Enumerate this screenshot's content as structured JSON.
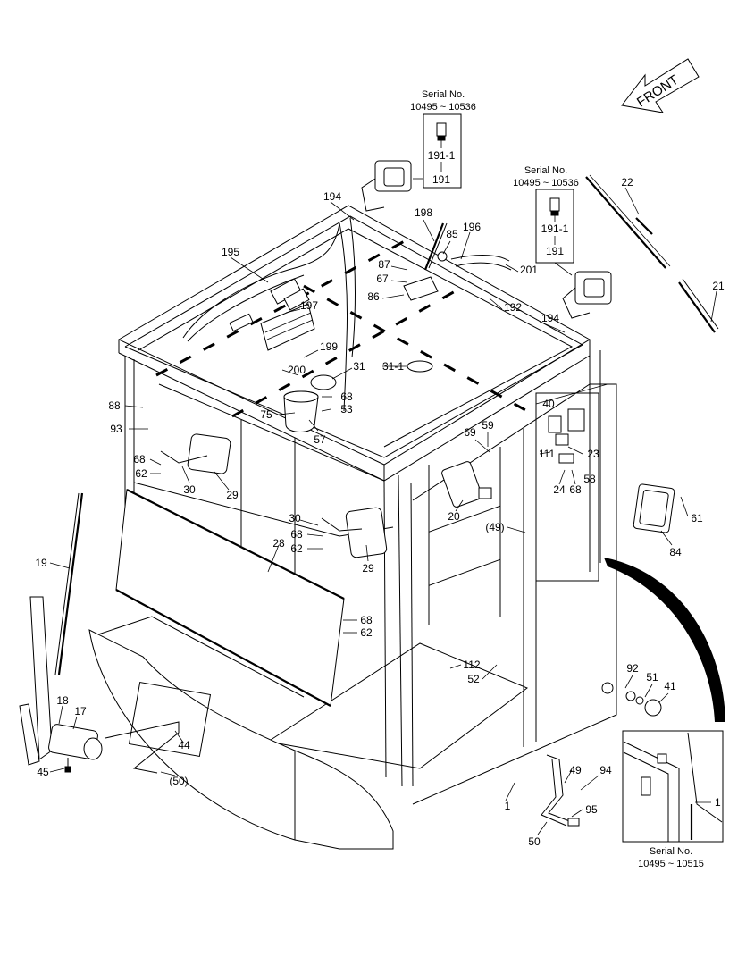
{
  "front_label": "FRONT",
  "serial_notes": {
    "top": {
      "title": "Serial No.",
      "range": "10495 ~ 10536"
    },
    "right": {
      "title": "Serial No.",
      "range": "10495 ~ 10536"
    },
    "inset": {
      "title": "Serial No.",
      "range": "10495 ~ 10515"
    }
  },
  "insets": {
    "top_bulb": {
      "upper": "191-1",
      "lower": "191"
    },
    "right_bulb": {
      "upper": "191-1",
      "lower": "191"
    },
    "lower_right_part": "1"
  },
  "callouts": [
    {
      "id": "c22",
      "text": "22"
    },
    {
      "id": "c21",
      "text": "21"
    },
    {
      "id": "c194a",
      "text": "194"
    },
    {
      "id": "c198",
      "text": "198"
    },
    {
      "id": "c196",
      "text": "196"
    },
    {
      "id": "c85",
      "text": "85"
    },
    {
      "id": "c195",
      "text": "195"
    },
    {
      "id": "c87",
      "text": "87"
    },
    {
      "id": "c67",
      "text": "67"
    },
    {
      "id": "c201",
      "text": "201"
    },
    {
      "id": "c86",
      "text": "86"
    },
    {
      "id": "c192",
      "text": "192"
    },
    {
      "id": "c197",
      "text": "197"
    },
    {
      "id": "c194b",
      "text": "194"
    },
    {
      "id": "c199",
      "text": "199"
    },
    {
      "id": "c31",
      "text": "31"
    },
    {
      "id": "c31-1",
      "text": "31-1"
    },
    {
      "id": "c200",
      "text": "200"
    },
    {
      "id": "c68a",
      "text": "68"
    },
    {
      "id": "c88",
      "text": "88"
    },
    {
      "id": "c75",
      "text": "75"
    },
    {
      "id": "c53",
      "text": "53"
    },
    {
      "id": "c40",
      "text": "40"
    },
    {
      "id": "c93",
      "text": "93"
    },
    {
      "id": "c57",
      "text": "57"
    },
    {
      "id": "c59",
      "text": "59"
    },
    {
      "id": "c69",
      "text": "69"
    },
    {
      "id": "c68b",
      "text": "68"
    },
    {
      "id": "c111",
      "text": "111"
    },
    {
      "id": "c23",
      "text": "23"
    },
    {
      "id": "c62a",
      "text": "62"
    },
    {
      "id": "c30a",
      "text": "30"
    },
    {
      "id": "c29a",
      "text": "29"
    },
    {
      "id": "c24",
      "text": "24"
    },
    {
      "id": "c68c",
      "text": "68"
    },
    {
      "id": "c58",
      "text": "58"
    },
    {
      "id": "c20",
      "text": "20"
    },
    {
      "id": "c61",
      "text": "61"
    },
    {
      "id": "c30b",
      "text": "30"
    },
    {
      "id": "c49a",
      "text": "(49)"
    },
    {
      "id": "c68d",
      "text": "68"
    },
    {
      "id": "c62b",
      "text": "62"
    },
    {
      "id": "c28",
      "text": "28"
    },
    {
      "id": "c29b",
      "text": "29"
    },
    {
      "id": "c84",
      "text": "84"
    },
    {
      "id": "c19",
      "text": "19"
    },
    {
      "id": "c68e",
      "text": "68"
    },
    {
      "id": "c62c",
      "text": "62"
    },
    {
      "id": "c112",
      "text": "112"
    },
    {
      "id": "c92",
      "text": "92"
    },
    {
      "id": "c52",
      "text": "52"
    },
    {
      "id": "c51",
      "text": "51"
    },
    {
      "id": "c41",
      "text": "41"
    },
    {
      "id": "c18",
      "text": "18"
    },
    {
      "id": "c17",
      "text": "17"
    },
    {
      "id": "c44",
      "text": "44"
    },
    {
      "id": "c45",
      "text": "45"
    },
    {
      "id": "c50a",
      "text": "(50)"
    },
    {
      "id": "c49b",
      "text": "49"
    },
    {
      "id": "c94",
      "text": "94"
    },
    {
      "id": "c1",
      "text": "1"
    },
    {
      "id": "c95",
      "text": "95"
    },
    {
      "id": "c50b",
      "text": "50"
    }
  ]
}
